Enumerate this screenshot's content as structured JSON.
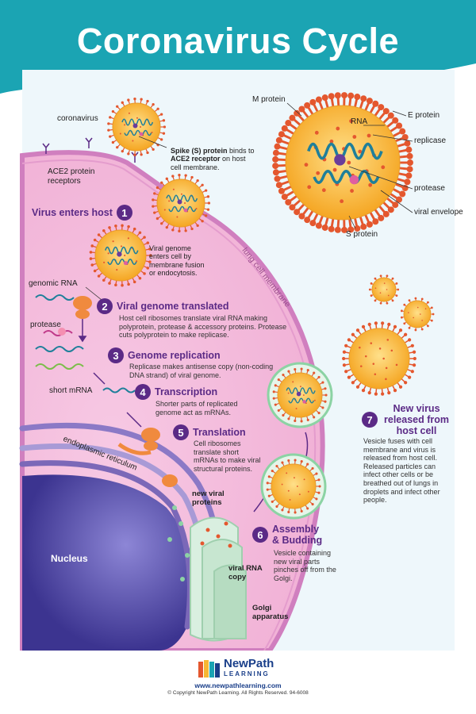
{
  "title": "Coronavirus Cycle",
  "labels": {
    "coronavirus": "coronavirus",
    "ace2": "ACE2 protein receptors",
    "spike_desc_1": "Spike (S) protein",
    "spike_desc_2": " binds to ",
    "spike_desc_3": "ACE2 receptor",
    "spike_desc_4": " on host cell membrane.",
    "m_protein": "M protein",
    "rna": "RNA",
    "e_protein": "E protein",
    "replicase": "replicase",
    "protease_struct": "protease",
    "viral_envelope": "viral envelope",
    "s_protein": "S protein",
    "lung_membrane": "lung cell membrane",
    "genomic_rna": "genomic RNA",
    "protease": "protease",
    "short_mrna": "short mRNA",
    "endoplasmic": "endoplasmic reticulum",
    "nucleus": "Nucleus",
    "new_viral_proteins": "new viral proteins",
    "viral_rna_copy": "viral RNA copy",
    "golgi": "Golgi apparatus",
    "entry_desc": "Viral genome enters cell by membrane fusion or endocytosis."
  },
  "steps": [
    {
      "num": "1",
      "title": "Virus enters host",
      "desc": ""
    },
    {
      "num": "2",
      "title": "Viral genome translated",
      "desc": "Host cell ribosomes translate viral RNA making polyprotein, protease & accessory proteins. Protease cuts polyprotein to make replicase."
    },
    {
      "num": "3",
      "title": "Genome replication",
      "desc": "Replicase makes antisense copy (non-coding DNA strand) of viral genome."
    },
    {
      "num": "4",
      "title": "Transcription",
      "desc": "Shorter parts of replicated genome act as mRNAs."
    },
    {
      "num": "5",
      "title": "Translation",
      "desc": "Cell ribosomes translate short mRNAs to make viral structural proteins."
    },
    {
      "num": "6",
      "title": "Assembly & Budding",
      "desc": "Vesicle containing new viral parts pinches off from the Golgi."
    },
    {
      "num": "7",
      "title": "New virus released from host cell",
      "desc": "Vesicle fuses with cell membrane and virus is released from host cell. Released particles can infect other cells or be breathed out of lungs in droplets and infect other people."
    }
  ],
  "footer": {
    "brand_line1": "NewPath",
    "brand_line2": "LEARNING",
    "url": "www.newpathlearning.com",
    "copyright": "© Copyright NewPath Learning. All Rights Reserved. 94-6008"
  },
  "colors": {
    "header_teal": "#1ba4b3",
    "cell_pink": "#f2b8da",
    "membrane": "#d07fbf",
    "nucleus": "#5a54a8",
    "virus_yellow": "#f7b733",
    "spike_red": "#e4572e",
    "step_purple": "#5b2a86",
    "rna_teal": "#1f7f9a"
  }
}
